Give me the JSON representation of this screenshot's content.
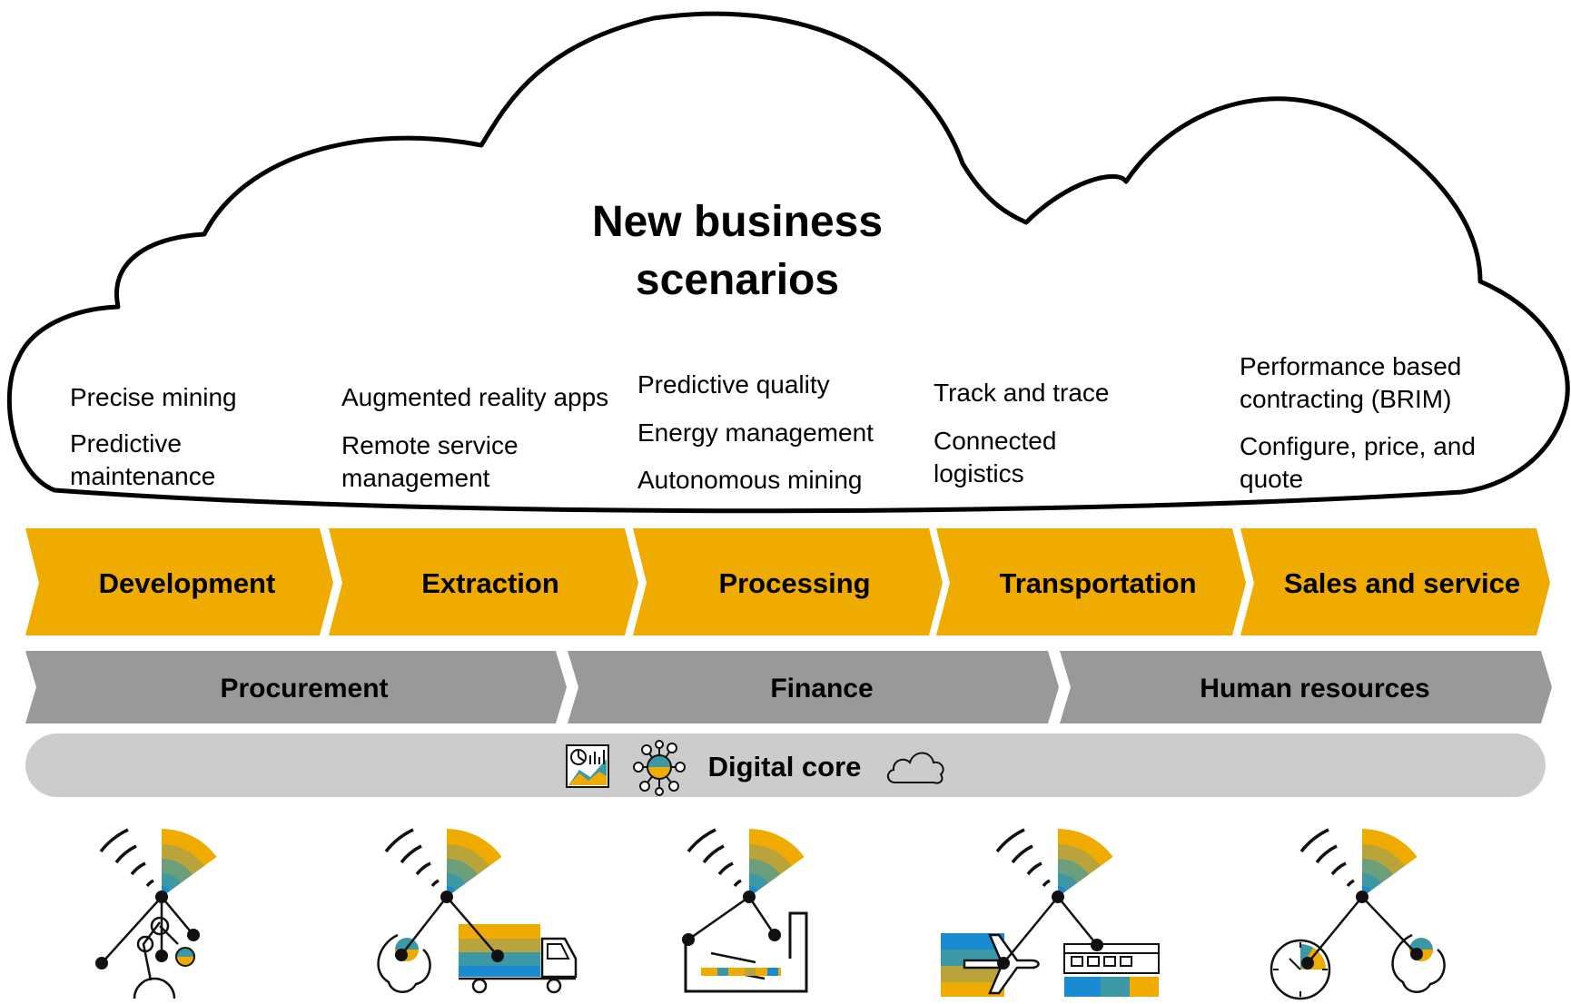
{
  "cloud": {
    "title_line1": "New business",
    "title_line2": "scenarios",
    "columns": [
      {
        "items": [
          [
            "Precise mining"
          ],
          [
            "Predictive",
            "maintenance"
          ]
        ]
      },
      {
        "items": [
          [
            "Augmented reality apps"
          ],
          [
            "Remote service",
            "management"
          ]
        ]
      },
      {
        "items": [
          [
            "Predictive quality"
          ],
          [
            "Energy management"
          ],
          [
            "Autonomous mining"
          ]
        ]
      },
      {
        "items": [
          [
            "Track and trace"
          ],
          [
            "Connected",
            "logistics"
          ]
        ]
      },
      {
        "items": [
          [
            "Performance based",
            "contracting (BRIM)"
          ],
          [
            "Configure, price, and",
            "quote"
          ]
        ]
      }
    ]
  },
  "value_chain": {
    "steps": [
      "Development",
      "Extraction",
      "Processing",
      "Transportation",
      "Sales and service"
    ],
    "color": "#f0ab00"
  },
  "support": {
    "items": [
      "Procurement",
      "Finance",
      "Human resources"
    ],
    "color": "#999999"
  },
  "core": {
    "label": "Digital core",
    "color": "#cccccc",
    "icons": [
      "analytics-dashboard-icon",
      "network-hub-icon",
      "cloud-outline-icon"
    ]
  },
  "bottom_icons": [
    "iot-robot-arm-icon",
    "iot-service-truck-icon",
    "iot-factory-icon",
    "iot-plane-train-icon",
    "iot-clock-service-icon"
  ],
  "colors": {
    "accent_gold": "#f0ab00",
    "band_olive": "#b9a33b",
    "band_green": "#6b9e7a",
    "band_teal": "#3d98a6",
    "band_blue": "#1a8bd0"
  }
}
